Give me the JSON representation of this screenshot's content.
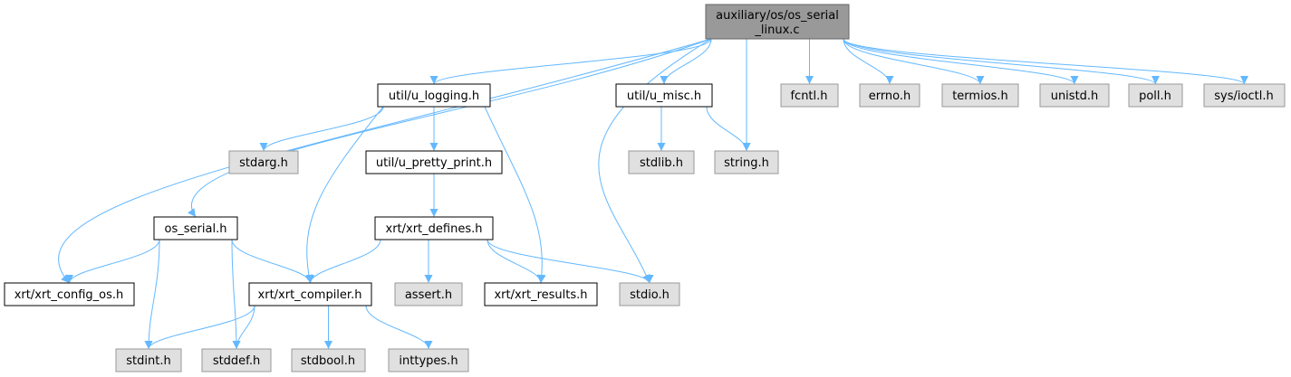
{
  "colors": {
    "root_fill": "#999999",
    "root_border": "#666666",
    "local_fill": "#ffffff",
    "local_border": "#000000",
    "system_fill": "#e0e0e0",
    "system_border": "#999999",
    "edge": "#63b8ff"
  },
  "nodes": {
    "root": {
      "label_line1": "auxiliary/os/os_serial",
      "label_line2": "_linux.c",
      "kind": "root"
    },
    "u_logging": {
      "label": "util/u_logging.h",
      "kind": "local"
    },
    "u_misc": {
      "label": "util/u_misc.h",
      "kind": "local"
    },
    "fcntl": {
      "label": "fcntl.h",
      "kind": "system"
    },
    "errno": {
      "label": "errno.h",
      "kind": "system"
    },
    "termios": {
      "label": "termios.h",
      "kind": "system"
    },
    "unistd": {
      "label": "unistd.h",
      "kind": "system"
    },
    "poll": {
      "label": "poll.h",
      "kind": "system"
    },
    "sys_ioctl": {
      "label": "sys/ioctl.h",
      "kind": "system"
    },
    "stdarg": {
      "label": "stdarg.h",
      "kind": "system"
    },
    "u_pretty_print": {
      "label": "util/u_pretty_print.h",
      "kind": "local"
    },
    "stdlib": {
      "label": "stdlib.h",
      "kind": "system"
    },
    "string": {
      "label": "string.h",
      "kind": "system"
    },
    "os_serial": {
      "label": "os_serial.h",
      "kind": "local"
    },
    "xrt_defines": {
      "label": "xrt/xrt_defines.h",
      "kind": "local"
    },
    "xrt_config_os": {
      "label": "xrt/xrt_config_os.h",
      "kind": "local"
    },
    "xrt_compiler": {
      "label": "xrt/xrt_compiler.h",
      "kind": "local"
    },
    "assert": {
      "label": "assert.h",
      "kind": "system"
    },
    "xrt_results": {
      "label": "xrt/xrt_results.h",
      "kind": "local"
    },
    "stdio": {
      "label": "stdio.h",
      "kind": "system"
    },
    "stdint": {
      "label": "stdint.h",
      "kind": "system"
    },
    "stddef": {
      "label": "stddef.h",
      "kind": "system"
    },
    "stdbool": {
      "label": "stdbool.h",
      "kind": "system"
    },
    "inttypes": {
      "label": "inttypes.h",
      "kind": "system"
    }
  },
  "edges": [
    [
      "root",
      "u_logging"
    ],
    [
      "root",
      "u_misc"
    ],
    [
      "root",
      "fcntl"
    ],
    [
      "root",
      "errno"
    ],
    [
      "root",
      "termios"
    ],
    [
      "root",
      "unistd"
    ],
    [
      "root",
      "poll"
    ],
    [
      "root",
      "sys_ioctl"
    ],
    [
      "root",
      "string"
    ],
    [
      "root",
      "stdio"
    ],
    [
      "root",
      "os_serial"
    ],
    [
      "root",
      "xrt_config_os"
    ],
    [
      "u_logging",
      "stdarg"
    ],
    [
      "u_logging",
      "u_pretty_print"
    ],
    [
      "u_logging",
      "xrt_compiler"
    ],
    [
      "u_logging",
      "xrt_results"
    ],
    [
      "u_misc",
      "stdlib"
    ],
    [
      "u_misc",
      "string"
    ],
    [
      "u_pretty_print",
      "xrt_defines"
    ],
    [
      "xrt_defines",
      "xrt_compiler"
    ],
    [
      "xrt_defines",
      "assert"
    ],
    [
      "xrt_defines",
      "xrt_results"
    ],
    [
      "xrt_defines",
      "stdio"
    ],
    [
      "os_serial",
      "xrt_config_os"
    ],
    [
      "os_serial",
      "xrt_compiler"
    ],
    [
      "os_serial",
      "stdint"
    ],
    [
      "os_serial",
      "stddef"
    ],
    [
      "xrt_compiler",
      "stdint"
    ],
    [
      "xrt_compiler",
      "stddef"
    ],
    [
      "xrt_compiler",
      "stdbool"
    ],
    [
      "xrt_compiler",
      "inttypes"
    ]
  ]
}
